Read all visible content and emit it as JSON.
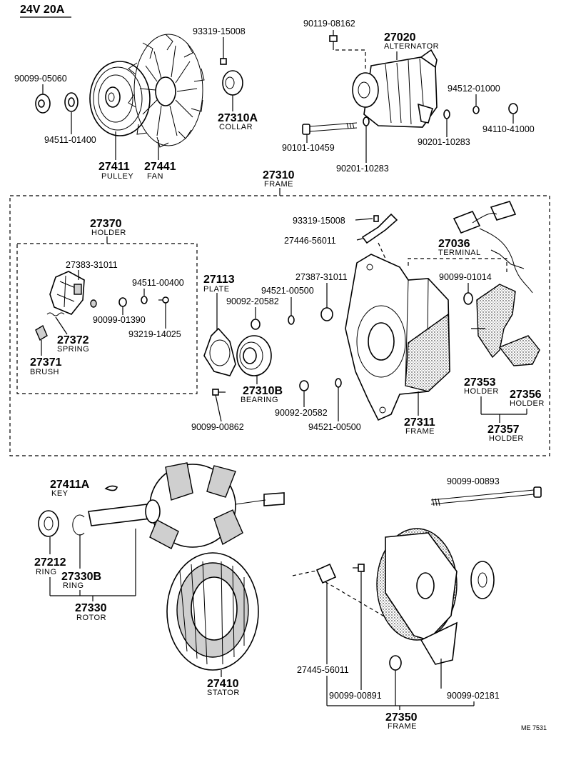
{
  "header": {
    "title": "24V 20A"
  },
  "footer": {
    "code": "ME 7531"
  },
  "parts": {
    "p90099_05060": "90099-05060",
    "p94511_01400": "94511-01400",
    "p27411": "27411",
    "c27411": "PULLEY",
    "p27441": "27441",
    "c27441": "FAN",
    "p93319_15008_top": "93319-15008",
    "p27310A": "27310A",
    "c27310A": "COLLAR",
    "p90119_08162": "90119-08162",
    "p27020": "27020",
    "c27020": "ALTERNATOR",
    "p94512_01000": "94512-01000",
    "p90201_10283_a": "90201-10283",
    "p94110_41000": "94110-41000",
    "p90101_10459": "90101-10459",
    "p90201_10283_b": "90201-10283",
    "p27310": "27310",
    "c27310": "FRAME",
    "p27370": "27370",
    "c27370": "HOLDER",
    "p27383_31011": "27383-31011",
    "p94511_00400": "94511-00400",
    "p90099_01390": "90099-01390",
    "p93219_14025": "93219-14025",
    "p27372": "27372",
    "c27372": "SPRING",
    "p27371": "27371",
    "c27371": "BRUSH",
    "p27113": "27113",
    "c27113": "PLATE",
    "p90092_20582_a": "90092-20582",
    "p94521_00500_a": "94521-00500",
    "p27387_31011": "27387-31011",
    "p93319_15008_mid": "93319-15008",
    "p27446_56011": "27446-56011",
    "p27036": "27036",
    "c27036": "TERMINAL",
    "p90099_01014": "90099-01014",
    "p27310B": "27310B",
    "c27310B": "BEARING",
    "p90099_00862": "90099-00862",
    "p90092_20582_b": "90092-20582",
    "p94521_00500_b": "94521-00500",
    "p27311": "27311",
    "c27311": "FRAME",
    "p27353": "27353",
    "c27353": "HOLDER",
    "p27356": "27356",
    "c27356": "HOLDER",
    "p27357": "27357",
    "c27357": "HOLDER",
    "p27411A": "27411A",
    "c27411A": "KEY",
    "p90099_00893": "90099-00893",
    "p27212": "27212",
    "c27212": "RING",
    "p27330B": "27330B",
    "c27330B": "RING",
    "p27330": "27330",
    "c27330": "ROTOR",
    "p27410": "27410",
    "c27410": "STATOR",
    "p27445_56011": "27445-56011",
    "p90099_00891": "90099-00891",
    "p90099_02181": "90099-02181",
    "p27350": "27350",
    "c27350": "FRAME"
  }
}
